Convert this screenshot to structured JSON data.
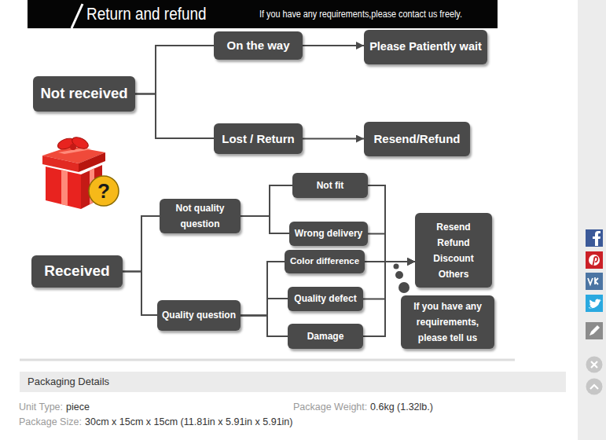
{
  "diagram": {
    "title": "Return and refund",
    "nodes": [
      {
        "text": [
          "Not received"
        ]
      },
      {
        "text": [
          "On the way"
        ]
      },
      {
        "text": [
          "Please Patiently wait"
        ]
      },
      {
        "text": [
          "Lost / Return"
        ]
      },
      {
        "text": [
          "Resend/Refund"
        ]
      },
      {
        "text": [
          "Received"
        ]
      },
      {
        "text": [
          "Not quality question"
        ]
      },
      {
        "text": [
          "Not fit"
        ]
      },
      {
        "text": [
          "Wrong delivery"
        ]
      },
      {
        "text": [
          "Resend Refund Discount Others"
        ]
      },
      {
        "text": [
          "Quality question"
        ]
      },
      {
        "text": [
          "Color difference"
        ]
      },
      {
        "text": [
          "Quality defect"
        ]
      },
      {
        "text": [
          "Damage"
        ]
      },
      {
        "text": [
          "If you have any requirements, please tell us"
        ]
      },
      {
        "text": [
          "Packaging Details"
        ]
      }
    ],
    "edges": [
      {
        "from": 0,
        "to": 1,
        "arrow": "none"
      },
      {
        "from": 0,
        "to": 3,
        "arrow": "none"
      },
      {
        "from": 1,
        "to": 2,
        "arrow": "to"
      },
      {
        "from": 3,
        "to": 4,
        "arrow": "to"
      },
      {
        "from": 5,
        "to": 6,
        "arrow": "none"
      },
      {
        "from": 5,
        "to": 10,
        "arrow": "none"
      },
      {
        "from": 6,
        "to": 7,
        "arrow": "none"
      },
      {
        "from": 6,
        "to": 8,
        "arrow": "none"
      },
      {
        "from": 7,
        "to": 9,
        "arrow": "to"
      },
      {
        "from": 8,
        "to": 9,
        "arrow": "to"
      },
      {
        "from": 10,
        "to": 11,
        "arrow": "none"
      },
      {
        "from": 10,
        "to": 12,
        "arrow": "none"
      },
      {
        "from": 10,
        "to": 13,
        "arrow": "none"
      },
      {
        "from": 11,
        "to": 9,
        "arrow": "to"
      },
      {
        "from": 12,
        "to": 9,
        "arrow": "to"
      },
      {
        "from": 13,
        "to": 9,
        "arrow": "to"
      }
    ],
    "labels": [
      "If you have any requirements,please contact us freely.",
      "?",
      "Unit Type:",
      "piece",
      "Package Weight:",
      "0.6kg (1.32lb.)",
      "Package Size:",
      "30cm x 15cm x 15cm (11.81in x 5.91in x 5.91in)"
    ]
  }
}
